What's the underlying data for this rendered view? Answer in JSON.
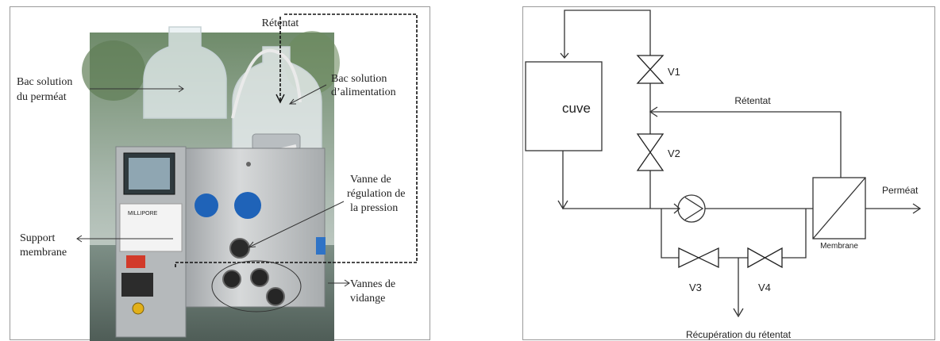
{
  "photo": {
    "labels": {
      "retentat": "Rétentat",
      "bac_permeat_1": "Bac solution",
      "bac_permeat_2": "du perméat",
      "bac_alim_1": "Bac solution",
      "bac_alim_2": "d’alimentation",
      "vanne_reg_1": "Vanne de",
      "vanne_reg_2": "régulation de",
      "vanne_reg_3": "la pression",
      "support_1": "Support",
      "support_2": "membrane",
      "vidange_1": "Vannes de",
      "vidange_2": "vidange"
    },
    "brand_text": "MILLIPORE"
  },
  "schema": {
    "cuve": "cuve",
    "v1": "V1",
    "v2": "V2",
    "v3": "V3",
    "v4": "V4",
    "retentat": "Rétentat",
    "permeat": "Perméat",
    "membrane": "Membrane",
    "recuperation": "Récupération du rétentat"
  }
}
